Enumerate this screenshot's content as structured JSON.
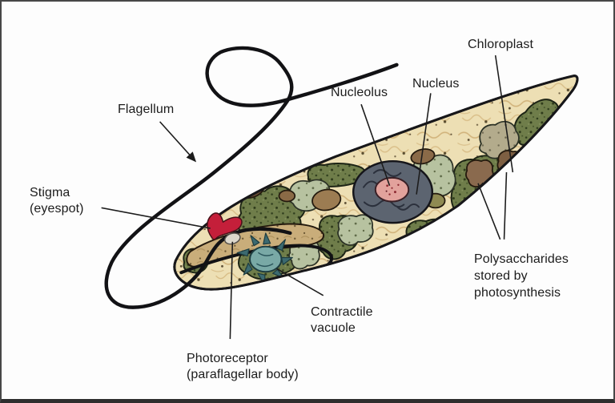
{
  "figure": {
    "labels": {
      "flagellum": "Flagellum",
      "stigma": "Stigma\n(eyespot)",
      "nucleolus": "Nucleolus",
      "nucleus": "Nucleus",
      "chloroplast": "Chloroplast",
      "polysaccharides": "Polysaccharides\nstored by\nphotosynthesis",
      "contractile_vacuole": "Contractile\nvacuole",
      "photoreceptor": "Photoreceptor\n(paraflagellar body)"
    },
    "colors": {
      "background": "#fdfdfd",
      "outline": "#17171a",
      "cytoplasm": "#eddfb4",
      "chloroplast_green": "#6f7d4a",
      "pale_organelle": "#b7c2a0",
      "paramylon_brown": "#93744e",
      "nucleus_gray": "#5c6470",
      "nucleolus_pink": "#e2a29c",
      "stigma_red": "#c41f3a",
      "vacuole_teal": "#79a9a6",
      "reservoir_tan": "#c9ad7a"
    }
  }
}
